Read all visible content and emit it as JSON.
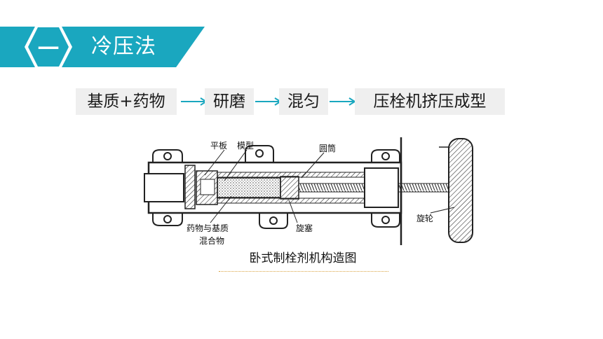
{
  "header": {
    "section_number": "一",
    "title": "冷压法",
    "accent_color": "#1aa7bf"
  },
  "flow": {
    "steps": [
      "基质+药物",
      "研磨",
      "混匀",
      "压栓机挤压成型"
    ],
    "arrow_color": "#1aa7bf",
    "box_color": "#efefef"
  },
  "diagram": {
    "labels": {
      "flat_plate": "平板",
      "mold": "模型",
      "cylinder": "圆筒",
      "mixture_line1": "药物与基质",
      "mixture_line2": "混合物",
      "plunger": "旋塞",
      "handwheel": "旋轮"
    },
    "caption": "卧式制栓剂机构造图"
  }
}
